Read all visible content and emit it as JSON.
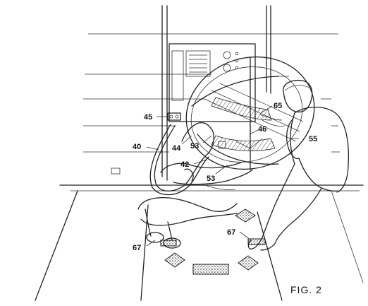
{
  "figure": {
    "caption": "FIG. 2",
    "labels": {
      "r45": "45",
      "r40": "40",
      "r44": "44",
      "r53a": "53",
      "r42": "42",
      "r53b": "53",
      "r65": "65",
      "r46": "46",
      "r55": "55",
      "r67a": "67",
      "r67b": "67"
    }
  }
}
